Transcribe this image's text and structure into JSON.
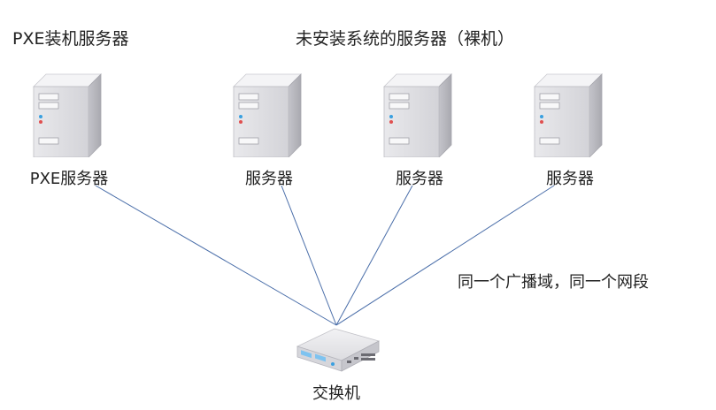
{
  "diagram": {
    "title_pxe": "PXE装机服务器",
    "title_bare": "未安装系统的服务器（裸机）",
    "note": "同一个广播域，同一个网段",
    "nodes": {
      "pxe": {
        "label": "PXE服务器"
      },
      "s1": {
        "label": "服务器"
      },
      "s2": {
        "label": "服务器"
      },
      "s3": {
        "label": "服务器"
      },
      "switch": {
        "label": "交换机"
      }
    },
    "edges": [
      {
        "from": "pxe",
        "to": "switch"
      },
      {
        "from": "s1",
        "to": "switch"
      },
      {
        "from": "s2",
        "to": "switch"
      },
      {
        "from": "s3",
        "to": "switch"
      }
    ],
    "colors": {
      "link": "#4a6ea9",
      "text": "#222222"
    }
  }
}
